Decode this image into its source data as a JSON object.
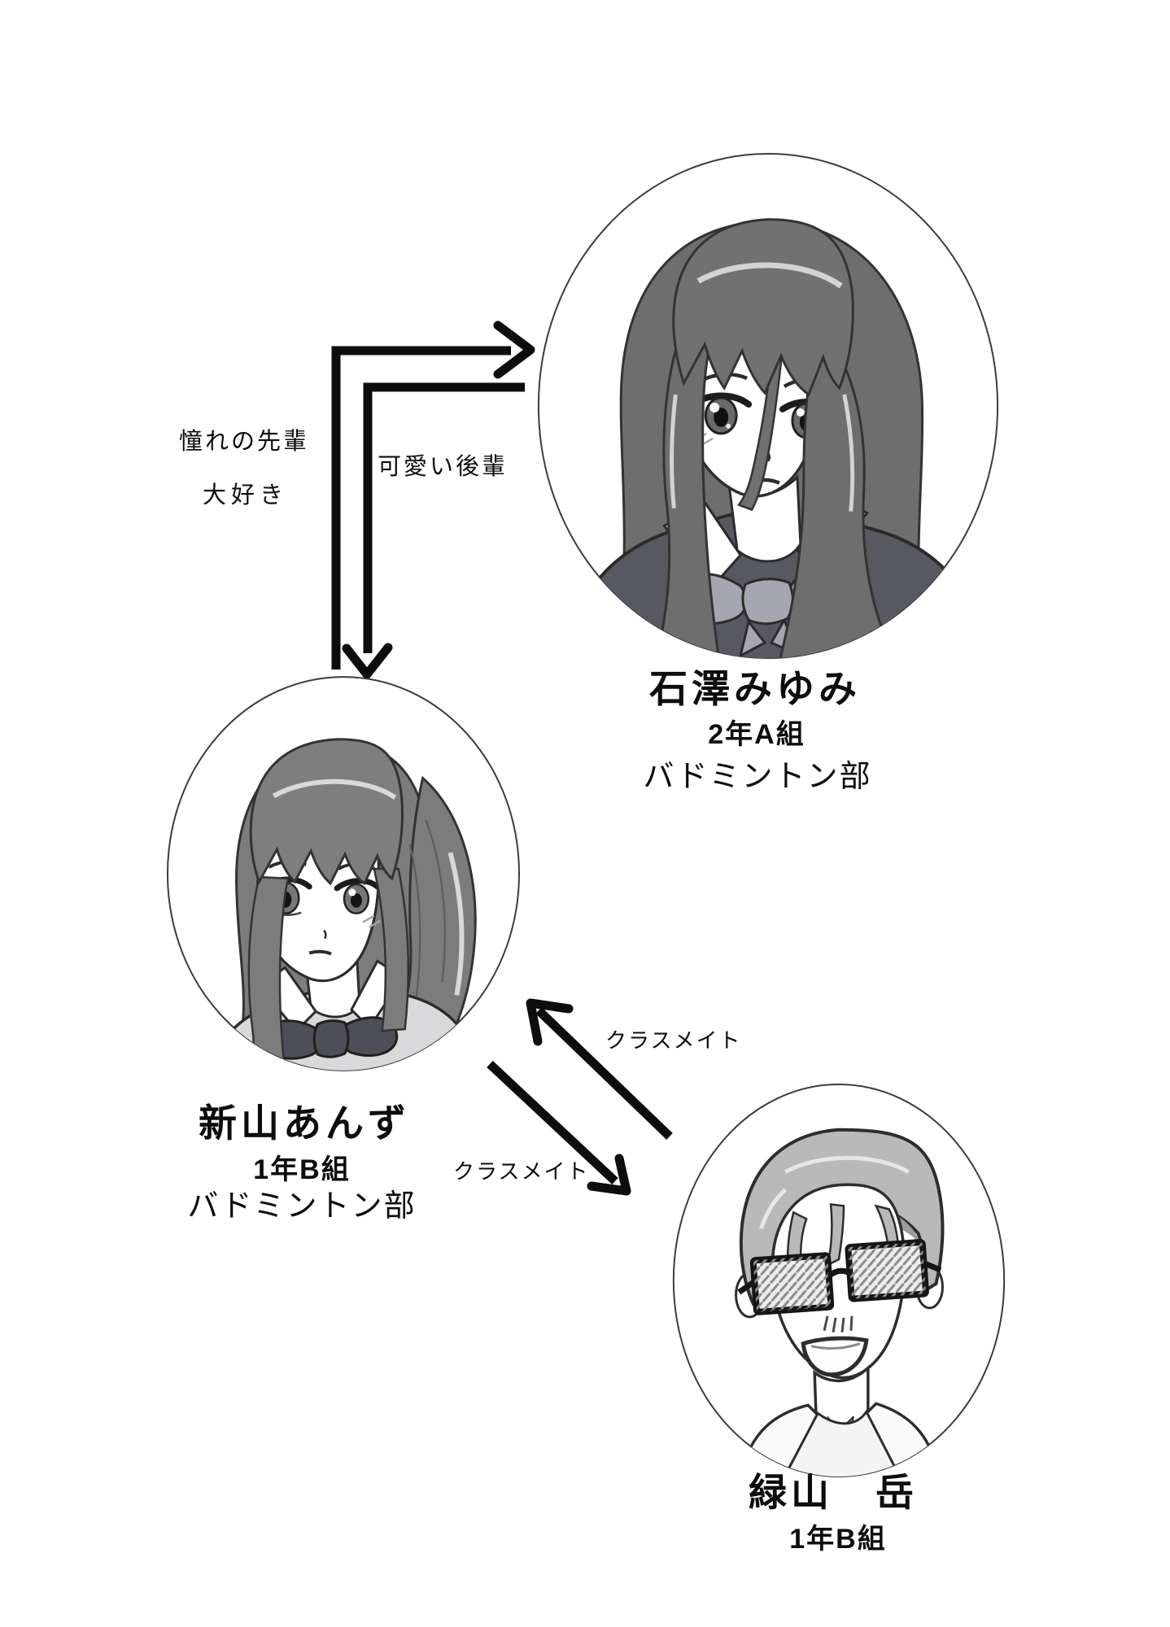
{
  "page": {
    "background": "#ffffff",
    "ink": "#0d0d0d",
    "type": "character-relationship-diagram"
  },
  "characters": {
    "ishizawa": {
      "name": "石澤みゆみ",
      "grade": "2年A組",
      "club": "バドミントン部",
      "portrait": "girl-long-dark-hair-serious"
    },
    "niiyama": {
      "name": "新山あんず",
      "grade": "1年B組",
      "club": "バドミントン部",
      "portrait": "girl-ponytail-blush-worried"
    },
    "midoriyama": {
      "name": "緑山　岳",
      "grade": "1年B組",
      "portrait": "boy-glasses-smile"
    }
  },
  "relations": {
    "admired_senpai": "憧れの先輩",
    "love": "大好き",
    "cute_kouhai": "可愛い後輩",
    "classmate_upper": "クラスメイト",
    "classmate_lower": "クラスメイト"
  },
  "colors": {
    "hair_dark": "#6e6e6e",
    "hair_mid": "#7c7c7c",
    "hair_light": "#b9b9b9",
    "blazer": "#585862",
    "ribbon_gray": "#a6a6b2",
    "ribbon_dark": "#4e4e5a",
    "sweater": "#d9d9dc",
    "outline": "#2d2d2d"
  }
}
